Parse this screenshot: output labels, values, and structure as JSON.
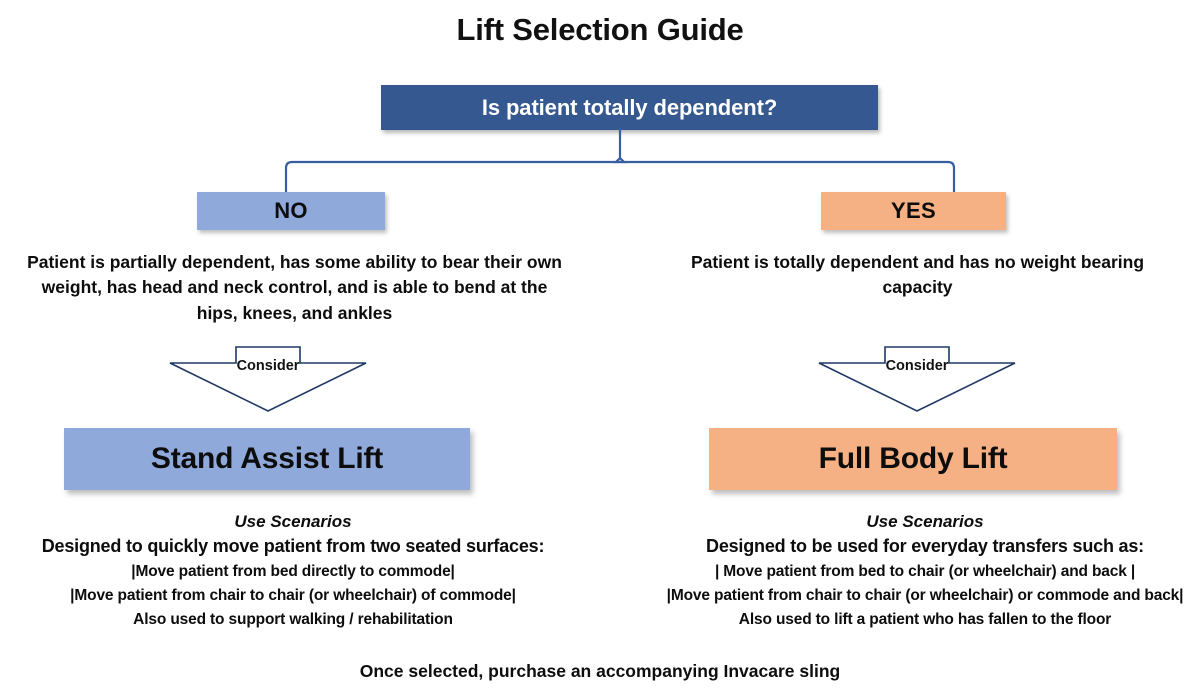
{
  "title": "Lift Selection Guide",
  "colors": {
    "root_box": "#34588F",
    "no_box": "#8FA9DB",
    "yes_box": "#F5B183",
    "connector_line": "#3A5FA0",
    "arrow_outline": "#1F3864",
    "text": "#0d0d0d",
    "background": "#ffffff"
  },
  "root": {
    "question": "Is patient totally dependent?"
  },
  "branches": [
    {
      "answer": "NO",
      "description": "Patient is partially dependent, has some ability to bear their own weight, has head and neck control, and is able to bend at the hips, knees, and ankles",
      "arrow_label": "Consider",
      "result": "Stand Assist Lift",
      "scenarios_heading": "Use Scenarios",
      "scenarios_intro": "Designed to quickly move patient from two seated surfaces:",
      "scenarios": [
        "|Move patient from bed directly to commode|",
        "|Move patient from chair to chair (or wheelchair) of commode|",
        "Also used to support walking / rehabilitation"
      ]
    },
    {
      "answer": "YES",
      "description": "Patient is totally dependent and has no weight bearing capacity",
      "arrow_label": "Consider",
      "result": "Full Body Lift",
      "scenarios_heading": "Use Scenarios",
      "scenarios_intro": "Designed to be used for everyday transfers such as:",
      "scenarios": [
        "| Move patient from bed to chair (or wheelchair) and back |",
        "|Move patient from chair to chair (or wheelchair) or commode and back|",
        "Also used to lift a patient who has fallen to the floor"
      ]
    }
  ],
  "footer": {
    "note": "Once selected, purchase an accompanying Invacare sling"
  },
  "chart_data": {
    "type": "flowchart",
    "title": "Lift Selection Guide",
    "orientation": "top-down",
    "nodes": [
      {
        "id": "q1",
        "label": "Is patient totally dependent?",
        "shape": "rectangle",
        "fill": "#34588F",
        "text_color": "#ffffff",
        "level": 0
      },
      {
        "id": "no",
        "label": "NO",
        "shape": "rectangle",
        "fill": "#8FA9DB",
        "text_color": "#0d0d0d",
        "level": 1
      },
      {
        "id": "yes",
        "label": "YES",
        "shape": "rectangle",
        "fill": "#F5B183",
        "text_color": "#0d0d0d",
        "level": 1
      },
      {
        "id": "no-arrow",
        "label": "Consider",
        "shape": "block-arrow-down",
        "fill": "#ffffff",
        "text_color": "#111111",
        "level": 2
      },
      {
        "id": "yes-arrow",
        "label": "Consider",
        "shape": "block-arrow-down",
        "fill": "#ffffff",
        "text_color": "#111111",
        "level": 2
      },
      {
        "id": "stand",
        "label": "Stand Assist Lift",
        "shape": "rectangle",
        "fill": "#8FA9DB",
        "text_color": "#0d0d0d",
        "level": 3
      },
      {
        "id": "full",
        "label": "Full Body Lift",
        "shape": "rectangle",
        "fill": "#F5B183",
        "text_color": "#0d0d0d",
        "level": 3
      }
    ],
    "edges": [
      {
        "from": "q1",
        "to": "no",
        "style": "bracket"
      },
      {
        "from": "q1",
        "to": "yes",
        "style": "bracket"
      },
      {
        "from": "no",
        "to": "no-arrow",
        "style": "implicit"
      },
      {
        "from": "yes",
        "to": "yes-arrow",
        "style": "implicit"
      },
      {
        "from": "no-arrow",
        "to": "stand",
        "style": "implicit"
      },
      {
        "from": "yes-arrow",
        "to": "full",
        "style": "implicit"
      }
    ]
  }
}
